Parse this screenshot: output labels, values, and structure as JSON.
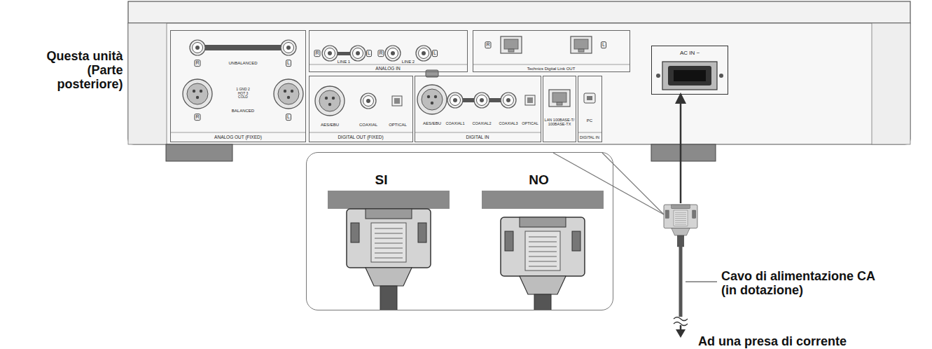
{
  "diagram": {
    "nodes": [
      {
        "text": [
          "UNBALANCED",
          "1 GND 2 HOT 3 COLD",
          "BALANCED",
          "ANALOG OUT (FIXED)"
        ]
      },
      {
        "text": [
          "LINE 1",
          "LINE 2",
          "ANALOG IN"
        ]
      },
      {
        "text": [
          "Technics Digital Link OUT"
        ]
      },
      {
        "text": [
          "AES/EBU",
          "COAXIAL",
          "OPTICAL",
          "DIGITAL OUT (FIXED)"
        ]
      },
      {
        "text": [
          "AES/EBU",
          "COAXIAL1",
          "COAXIAL2",
          "COAXIAL3",
          "OPTICAL",
          "DIGITAL IN"
        ]
      },
      {
        "text": [
          "LAN 100BASE-T/ 100BASE-TX"
        ]
      },
      {
        "text": [
          "PC",
          "DIGITAL IN"
        ]
      },
      {
        "text": [
          "AC IN ~"
        ]
      },
      {
        "text": [
          "SI",
          "NO"
        ]
      }
    ],
    "labels": [
      "Questa unità (Parte posteriore)",
      "R",
      "L",
      "R",
      "L",
      "R",
      "L",
      "R",
      "L",
      "R",
      "L",
      "Cavo di alimentazione CA (in dotazione)",
      "Ad una presa di corrente"
    ]
  }
}
